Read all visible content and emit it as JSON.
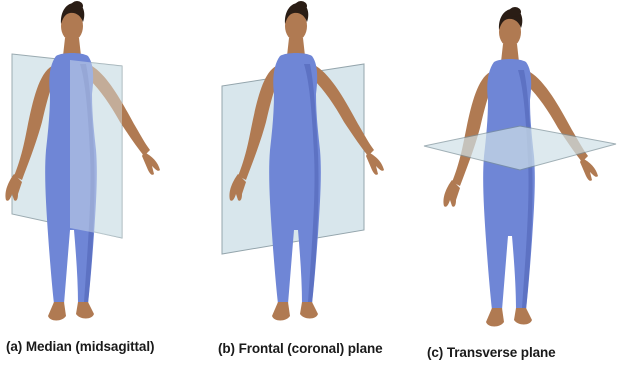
{
  "panels": [
    {
      "letter": "(a)",
      "caption": "(a) Median (midsagittal)",
      "plane": "median-midsagittal"
    },
    {
      "letter": "(b)",
      "caption": "(b) Frontal (coronal) plane",
      "plane": "frontal-coronal"
    },
    {
      "letter": "(c)",
      "caption": "(c) Transverse plane",
      "plane": "transverse"
    }
  ],
  "colors": {
    "suit": "#6f86d6",
    "suit_dark": "#4e63b4",
    "skin": "#b07a52",
    "skin_dark": "#8a5a38",
    "hair": "#2a1d15",
    "plane_fill": "#cfe1e8",
    "plane_edge": "#7a8f98"
  }
}
